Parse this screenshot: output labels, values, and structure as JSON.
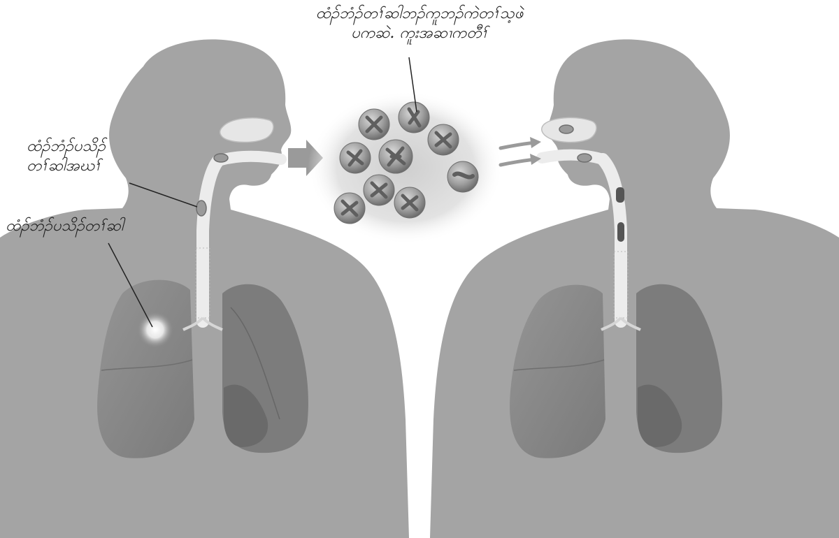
{
  "labels": {
    "airborne_particles": {
      "line1": "ထံၣ်ဘံၣ်တၢ်ဆါဘၣ်ကူဘၣ်ကဲတၢ်သ့ဖဲ",
      "line2": "ပကဆဲ. ကူးအဆၢကတီၢ်"
    },
    "throat_germs": {
      "line1": "ထံၣ်ဘံၣ်ပသိၣ်",
      "line2": "တၢ်ဆါအဃၢ်"
    },
    "lung_infection": "ထံၣ်ဘံၣ်ပသိၣ်တၢ်ဆါ"
  },
  "colors": {
    "body": "#a4a4a4",
    "body_dark": "#8f8f8f",
    "lung_left": "#8a8a8a",
    "lung_right": "#7c7c7c",
    "airway": "#eeeeee",
    "germ_cloud": "#dcdcdc",
    "germ": "#8c8c8c",
    "arrow": "#9a9a9a"
  }
}
